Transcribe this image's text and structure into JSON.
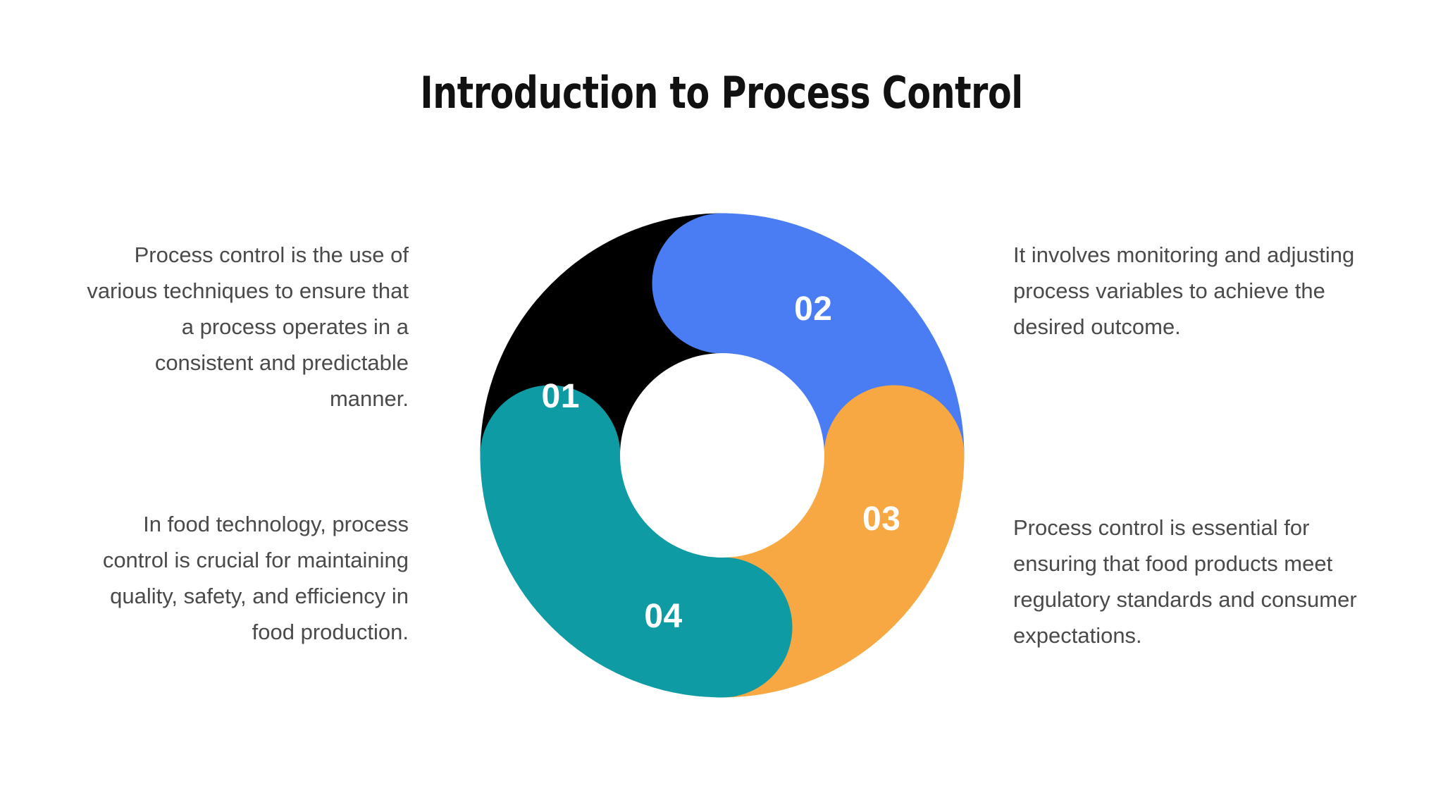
{
  "slide": {
    "title": "Introduction to Process Control",
    "background_color": "#ffffff",
    "text_color": "#4a4a4a",
    "title_color": "#111111"
  },
  "chart_data": {
    "type": "pie",
    "title": "Introduction to Process Control",
    "variant": "donut-four-segment-cycle",
    "segment_count": 4,
    "values": [
      25,
      25,
      25,
      25
    ],
    "categories": [
      "01",
      "02",
      "03",
      "04"
    ],
    "colors": [
      "#000000",
      "#4A7DF3",
      "#F7A843",
      "#0E9BA4"
    ],
    "center_hole": true,
    "legend": "none",
    "grid": false
  },
  "donut": {
    "center_fill": "#ffffff",
    "segments": [
      {
        "number": "01",
        "color": "#000000",
        "label_color": "#ffffff",
        "position": "upper-left",
        "description": "Process control is the use of various techniques to ensure that a process operates in a consistent and predictable manner."
      },
      {
        "number": "02",
        "color": "#4A7DF3",
        "label_color": "#ffffff",
        "position": "upper-right",
        "description": "It involves monitoring and adjusting process variables to achieve the desired outcome."
      },
      {
        "number": "03",
        "color": "#F7A843",
        "label_color": "#ffffff",
        "position": "lower-right",
        "description": "Process control is essential for ensuring that food products meet regulatory standards and consumer expectations."
      },
      {
        "number": "04",
        "color": "#0E9BA4",
        "label_color": "#ffffff",
        "position": "lower-bottom",
        "description": "In food technology, process control is crucial for maintaining quality, safety, and efficiency in food production."
      }
    ]
  }
}
